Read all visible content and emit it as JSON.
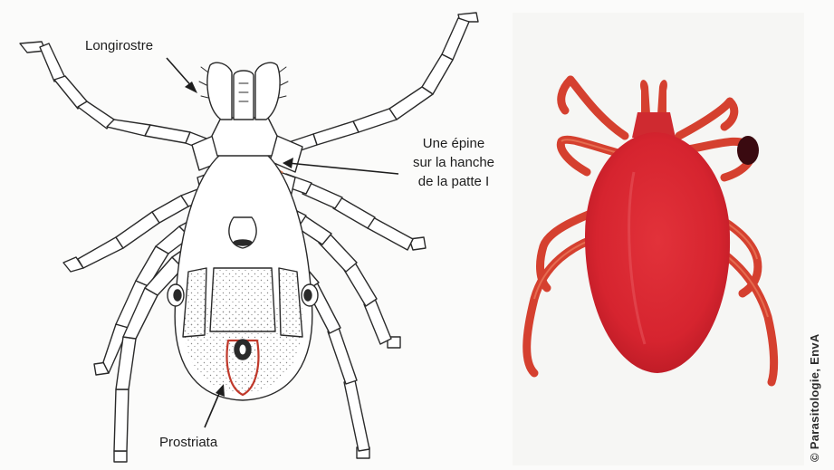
{
  "labels": {
    "longirostre": "Longirostre",
    "epine_line1": "Une épine",
    "epine_line2": "sur la hanche",
    "epine_line3": "de la patte I",
    "prostriata": "Prostriata"
  },
  "credit": "© Parasitologie, EnvA",
  "colors": {
    "line": "#2a2a2a",
    "stipple": "#8a8a8a",
    "spine_fill": "#f09a70",
    "anal_groove": "#c0392b",
    "tick_body": "#d6242f",
    "tick_legs": "#d5402f",
    "photo_bg": "#f6f6f4"
  },
  "icons": [
    "tick-diagram-ventral",
    "tick-photo"
  ]
}
